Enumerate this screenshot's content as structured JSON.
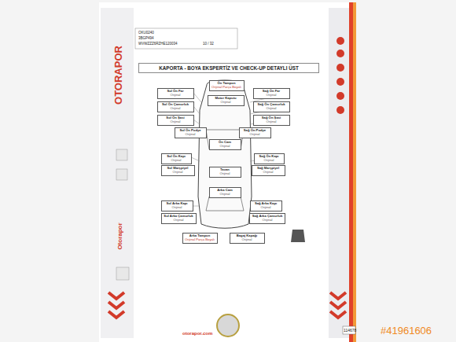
{
  "diagram": {
    "title": "KAPORTA - BOYA EKSPERTİZ VE CHECK-UP DETAYLI ÜST",
    "nodes": [
      {
        "text": [
          "Ön Tampon",
          "Orijinal Parça Boyalı"
        ]
      },
      {
        "text": [
          "Sol Ön Far",
          "Orijinal"
        ]
      },
      {
        "text": [
          "Sağ Ön Far",
          "Orijinal"
        ]
      },
      {
        "text": [
          "Motor Kaputu",
          "Orijinal"
        ]
      },
      {
        "text": [
          "Sol Ön Çamurluk",
          "Orijinal"
        ]
      },
      {
        "text": [
          "Sağ Ön Çamurluk",
          "Orijinal"
        ]
      },
      {
        "text": [
          "Sol Ön Şasi",
          "Orijinal"
        ]
      },
      {
        "text": [
          "Sağ Ön Şasi",
          "Orijinal"
        ]
      },
      {
        "text": [
          "Sol Ön Podye",
          "Orijinal"
        ]
      },
      {
        "text": [
          "Sağ Ön Podye",
          "Orijinal"
        ]
      },
      {
        "text": [
          "Ön Cam",
          "Orijinal"
        ]
      },
      {
        "text": [
          "Sol Ön Kapı",
          "Orijinal"
        ]
      },
      {
        "text": [
          "Sağ Ön Kapı",
          "Orijinal"
        ]
      },
      {
        "text": [
          "Sol Marşpiyel",
          "Orijinal"
        ]
      },
      {
        "text": [
          "Sağ Marşpiyel",
          "Orijinal"
        ]
      },
      {
        "text": [
          "Tavan",
          "Orijinal"
        ]
      },
      {
        "text": [
          "Arka Cam",
          "Orijinal"
        ]
      },
      {
        "text": [
          "Sol Arka Kapı",
          "Orijinal"
        ]
      },
      {
        "text": [
          "Sağ Arka Kapı",
          "Orijinal"
        ]
      },
      {
        "text": [
          "Sol Arka Çamurluk",
          "Orijinal"
        ]
      },
      {
        "text": [
          "Sağ Arka Çamurluk",
          "Orijinal"
        ]
      },
      {
        "text": [
          "Arka Tampon",
          "Orijinal Parça Boyalı"
        ]
      },
      {
        "text": [
          "Bagaj Kapağı",
          "Orijinal"
        ]
      }
    ],
    "labels": [
      "OKU0240",
      "3BGP494",
      "WVWZZZ6RZHE120034",
      "10 / 32",
      "OTORAPOR",
      "Otorapor",
      "otorapor.com",
      "114678",
      "#41961606"
    ]
  }
}
